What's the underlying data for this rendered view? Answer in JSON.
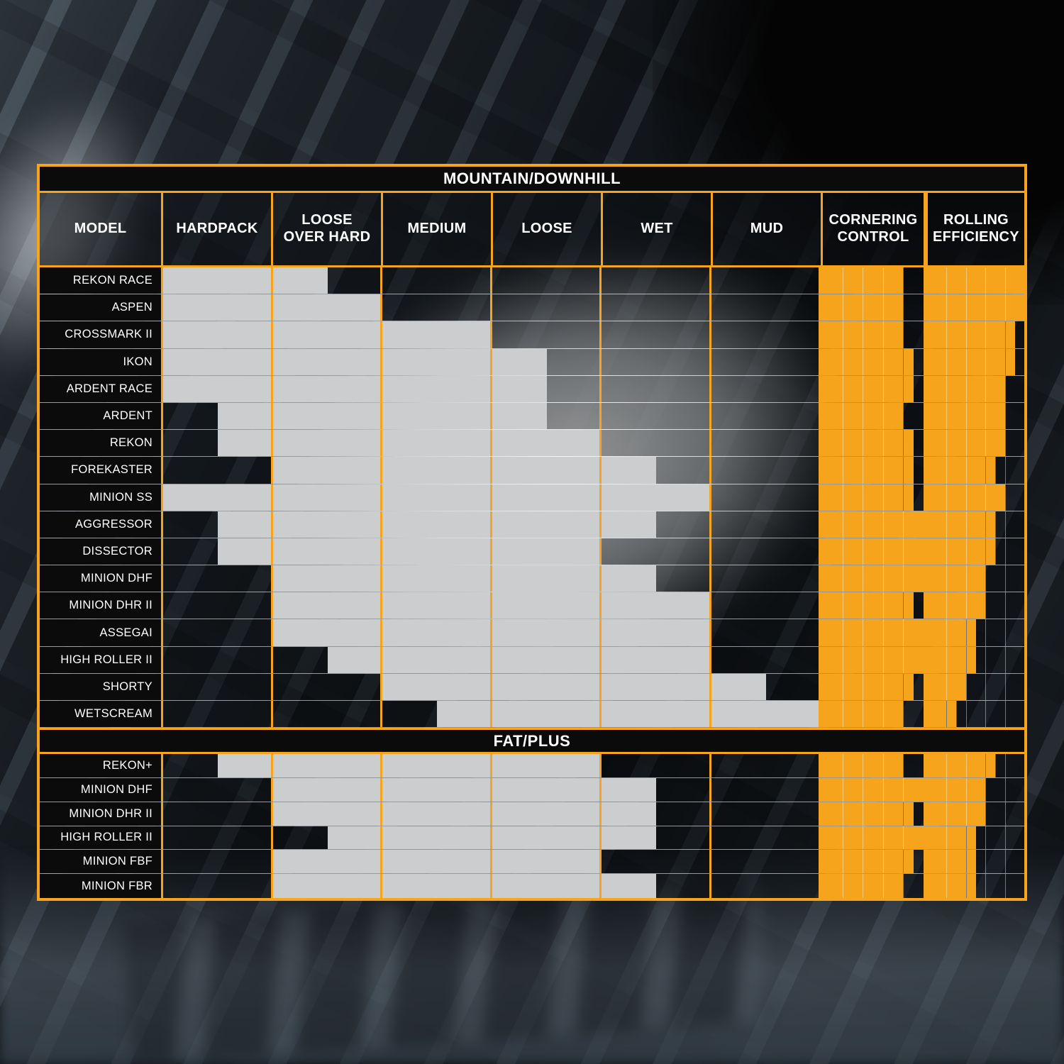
{
  "colors": {
    "accent_orange": "#F7A41D",
    "range_bar_gray": "#CBCDCE",
    "section_bar_black": "#0B0B0B",
    "grid_line_white": "rgba(255,255,255,0.55)"
  },
  "chart_data": {
    "type": "table",
    "model_column_label": "MODEL",
    "terrain_categories": [
      "HARDPACK",
      "LOOSE OVER HARD",
      "MEDIUM",
      "LOOSE",
      "WET",
      "MUD"
    ],
    "rating_columns": [
      "CORNERING CONTROL",
      "ROLLING EFFICIENCY"
    ],
    "rating_scale": {
      "min": 0,
      "max": 5
    },
    "range_scale": {
      "min": 0,
      "max": 6
    },
    "sections": [
      {
        "title": "MOUNTAIN/DOWNHILL",
        "rows": [
          {
            "model": "REKON RACE",
            "range": [
              0,
              1.5
            ],
            "cornering_control": 4,
            "rolling_efficiency": 5
          },
          {
            "model": "ASPEN",
            "range": [
              0,
              2
            ],
            "cornering_control": 4,
            "rolling_efficiency": 5
          },
          {
            "model": "CROSSMARK II",
            "range": [
              0,
              3
            ],
            "cornering_control": 4,
            "rolling_efficiency": 4.5
          },
          {
            "model": "IKON",
            "range": [
              0,
              3.5
            ],
            "cornering_control": 4.5,
            "rolling_efficiency": 4.5
          },
          {
            "model": "ARDENT RACE",
            "range": [
              0,
              3.5
            ],
            "cornering_control": 4.5,
            "rolling_efficiency": 4
          },
          {
            "model": "ARDENT",
            "range": [
              0.5,
              3.5
            ],
            "cornering_control": 4,
            "rolling_efficiency": 4
          },
          {
            "model": "REKON",
            "range": [
              0.5,
              4
            ],
            "cornering_control": 4.5,
            "rolling_efficiency": 4
          },
          {
            "model": "FOREKASTER",
            "range": [
              1,
              4.5
            ],
            "cornering_control": 4.5,
            "rolling_efficiency": 3.5
          },
          {
            "model": "MINION SS",
            "range": [
              0,
              5
            ],
            "cornering_control": 4.5,
            "rolling_efficiency": 4
          },
          {
            "model": "AGGRESSOR",
            "range": [
              0.5,
              4.5
            ],
            "cornering_control": 5,
            "rolling_efficiency": 3.5
          },
          {
            "model": "DISSECTOR",
            "range": [
              0.5,
              4
            ],
            "cornering_control": 5,
            "rolling_efficiency": 3.5
          },
          {
            "model": "MINION DHF",
            "range": [
              1,
              4.5
            ],
            "cornering_control": 5,
            "rolling_efficiency": 3
          },
          {
            "model": "MINION DHR II",
            "range": [
              1,
              5
            ],
            "cornering_control": 4.5,
            "rolling_efficiency": 3
          },
          {
            "model": "ASSEGAI",
            "range": [
              1,
              5
            ],
            "cornering_control": 5,
            "rolling_efficiency": 2.5
          },
          {
            "model": "HIGH ROLLER II",
            "range": [
              1.5,
              5
            ],
            "cornering_control": 5,
            "rolling_efficiency": 2.5
          },
          {
            "model": "SHORTY",
            "range": [
              2,
              5.5
            ],
            "cornering_control": 4.5,
            "rolling_efficiency": 2
          },
          {
            "model": "WETSCREAM",
            "range": [
              2.5,
              6
            ],
            "cornering_control": 4,
            "rolling_efficiency": 1.5
          }
        ]
      },
      {
        "title": "FAT/PLUS",
        "rows": [
          {
            "model": "REKON+",
            "range": [
              0.5,
              4
            ],
            "cornering_control": 4,
            "rolling_efficiency": 3.5
          },
          {
            "model": "MINION DHF",
            "range": [
              1,
              4.5
            ],
            "cornering_control": 5,
            "rolling_efficiency": 3
          },
          {
            "model": "MINION DHR II",
            "range": [
              1,
              4.5
            ],
            "cornering_control": 4.5,
            "rolling_efficiency": 3
          },
          {
            "model": "HIGH ROLLER II",
            "range": [
              1.5,
              4.5
            ],
            "cornering_control": 5,
            "rolling_efficiency": 2.5
          },
          {
            "model": "MINION FBF",
            "range": [
              1,
              4
            ],
            "cornering_control": 4.5,
            "rolling_efficiency": 2.5
          },
          {
            "model": "MINION FBR",
            "range": [
              1,
              4.5
            ],
            "cornering_control": 4,
            "rolling_efficiency": 2.5
          }
        ]
      }
    ]
  }
}
